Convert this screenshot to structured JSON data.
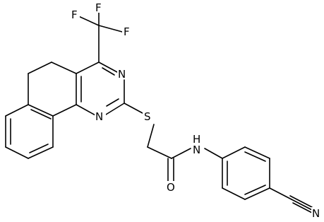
{
  "molecule": {
    "atom_labels": {
      "F1": "F",
      "F2": "F",
      "F3": "F",
      "N_upper": "N",
      "N_lower": "N",
      "S": "S",
      "NH": "N",
      "H": "H",
      "O": "O",
      "N_nitrile": "N"
    },
    "colors": {
      "bond": "#000000",
      "background": "#ffffff"
    }
  }
}
